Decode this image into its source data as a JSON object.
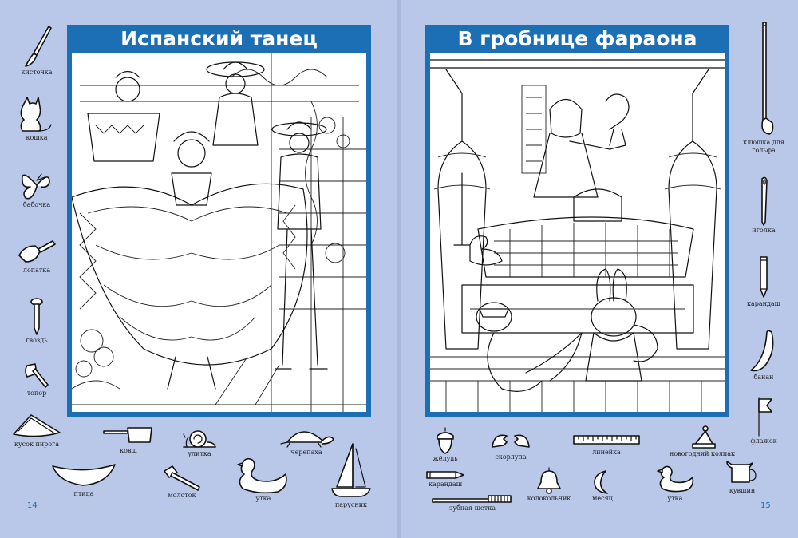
{
  "pages": {
    "left": {
      "title": "Испанский танец",
      "number": "14",
      "side_items": [
        "кисточка",
        "кошка",
        "бабочка",
        "лопатка",
        "гвоздь",
        "топор"
      ],
      "bottom_items": [
        "кусок пирога",
        "ковш",
        "улитка",
        "черепаха",
        "птица",
        "молоток",
        "утка",
        "парусник"
      ]
    },
    "right": {
      "title": "В гробнице фараона",
      "number": "15",
      "side_items": [
        "клюшка для гольфа",
        "иголка",
        "карандаш",
        "банан",
        "флажок"
      ],
      "bottom_items": [
        "жёлудь",
        "скорлупа",
        "линейка",
        "новогодний колпак",
        "карандаш",
        "колокольчик",
        "месяц",
        "утка",
        "кувшин",
        "зубная щетка"
      ]
    }
  },
  "colors": {
    "background": "#b9c8e8",
    "frame": "#1d6fb5",
    "title_text": "#ffffff"
  },
  "icons": {
    "left": [
      "brush-icon",
      "cat-icon",
      "butterfly-icon",
      "trowel-icon",
      "nail-icon",
      "axe-icon",
      "pie-slice-icon",
      "ladle-icon",
      "snail-icon",
      "turtle-icon",
      "bird-icon",
      "hammer-icon",
      "duck-icon",
      "sailboat-icon"
    ],
    "right": [
      "golf-club-icon",
      "needle-icon",
      "pencil-icon",
      "banana-icon",
      "flag-icon",
      "acorn-icon",
      "eggshell-icon",
      "ruler-icon",
      "party-hat-icon",
      "pencil-icon",
      "bell-icon",
      "crescent-moon-icon",
      "duck-icon",
      "pitcher-icon",
      "toothbrush-icon"
    ]
  }
}
